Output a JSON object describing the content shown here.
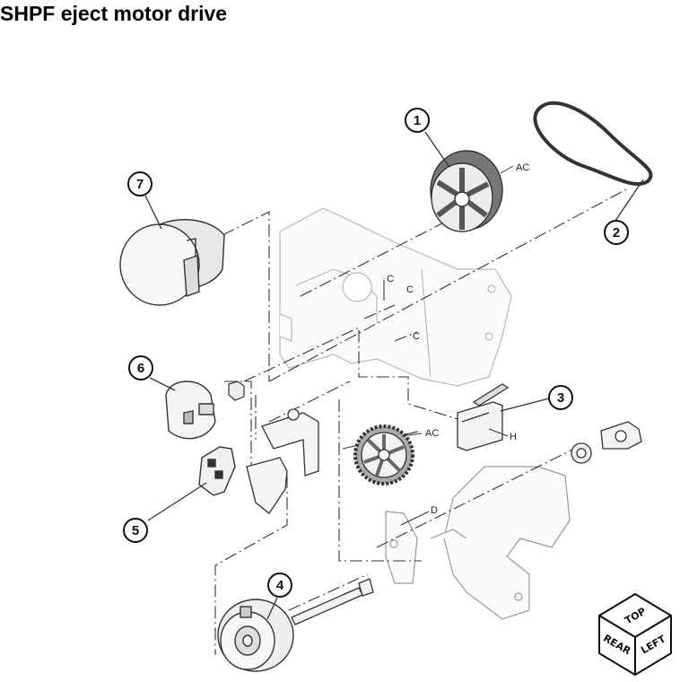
{
  "page": {
    "title": "SHPF eject motor drive"
  },
  "callouts": [
    {
      "label": "1",
      "part": "pulley-gear"
    },
    {
      "label": "2",
      "part": "drive-belt"
    },
    {
      "label": "3",
      "part": "micro-switch"
    },
    {
      "label": "4",
      "part": "clutch-assembly"
    },
    {
      "label": "5",
      "part": "sensor"
    },
    {
      "label": "6",
      "part": "cam"
    },
    {
      "label": "7",
      "part": "motor"
    }
  ],
  "references": {
    "ac_upper": "AC",
    "ac_lower": "AC",
    "c1": "C",
    "c2": "C",
    "c3": "C",
    "h": "H",
    "d": "D"
  },
  "orientation_cube": {
    "top": "TOP",
    "rear": "REAR",
    "left": "LEFT"
  },
  "colors": {
    "line": "#333333",
    "faint_line": "#b8b8b8",
    "fill": "#f6f6f6"
  }
}
